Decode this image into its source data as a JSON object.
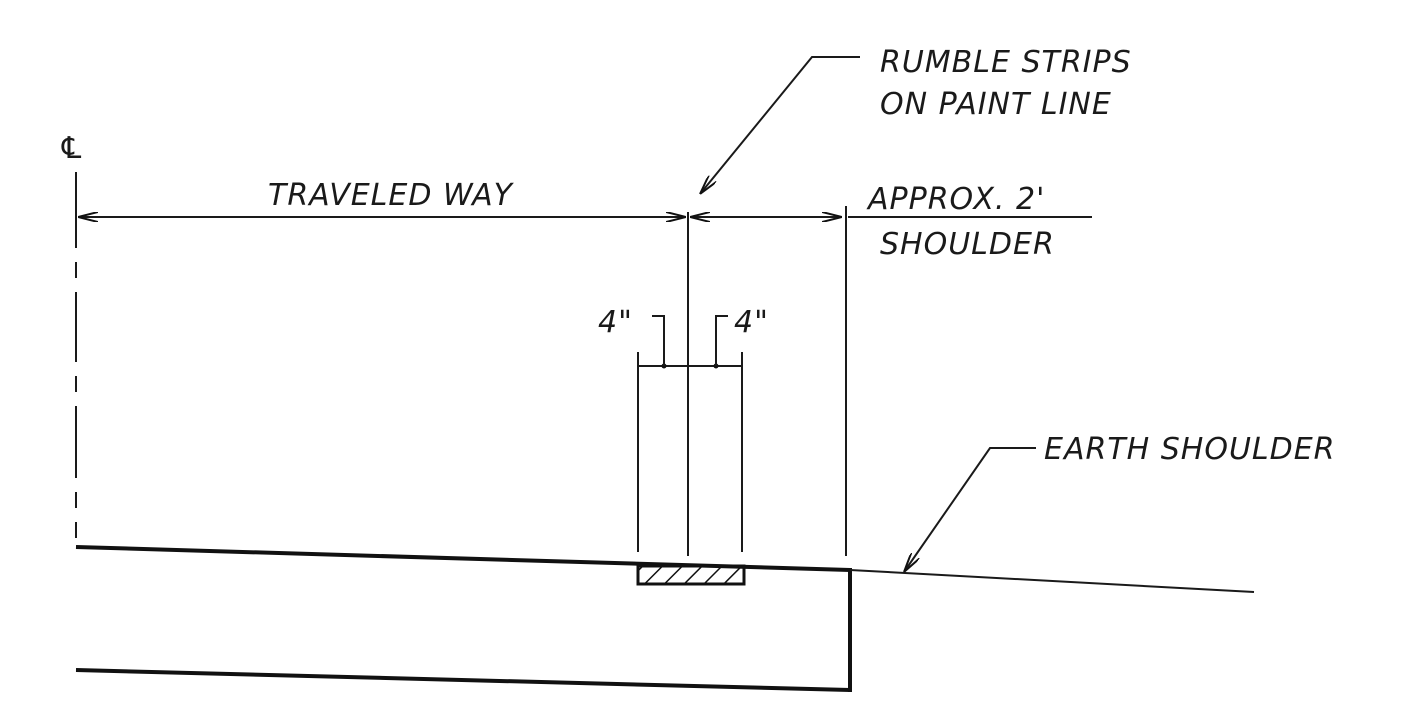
{
  "labels": {
    "centerline_symbol": "℄",
    "rumble_line1": "RUMBLE STRIPS",
    "rumble_line2": "ON PAINT LINE",
    "traveled_way": "TRAVELED WAY",
    "shoulder_line1": "APPROX. 2'",
    "shoulder_line2": "SHOULDER",
    "dim_left": "4\"",
    "dim_right": "4\"",
    "earth_shoulder": "EARTH SHOULDER"
  }
}
